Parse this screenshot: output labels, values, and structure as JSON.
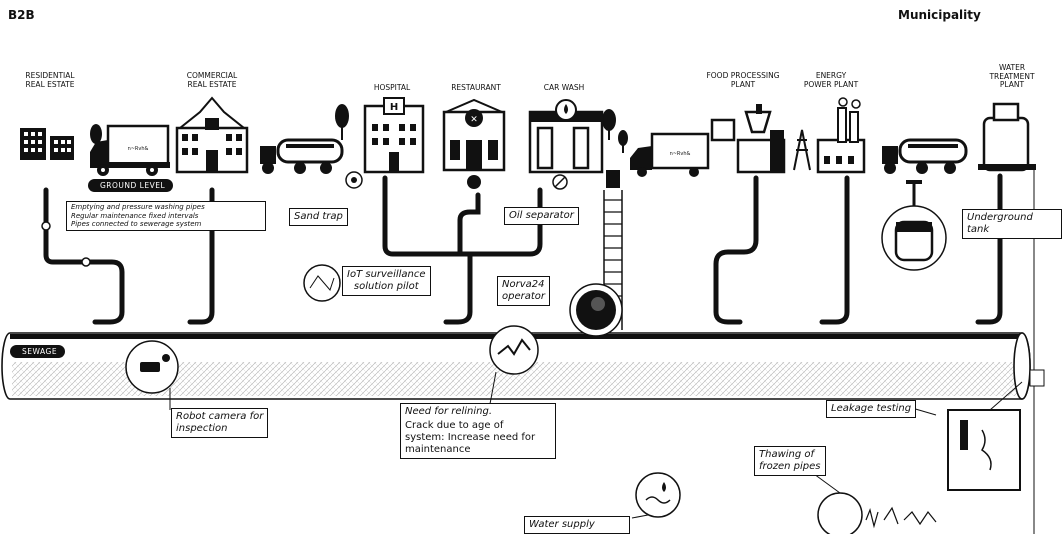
{
  "header": {
    "left": "B2B",
    "right": "Municipality"
  },
  "facilities": [
    {
      "key": "residential",
      "label": "RESIDENTIAL\nREAL ESTATE"
    },
    {
      "key": "commercial",
      "label": "COMMERCIAL\nREAL ESTATE"
    },
    {
      "key": "hospital",
      "label": "HOSPITAL"
    },
    {
      "key": "restaurant",
      "label": "RESTAURANT"
    },
    {
      "key": "carwash",
      "label": "CAR WASH"
    },
    {
      "key": "food",
      "label": "FOOD PROCESSING\nPLANT"
    },
    {
      "key": "energy",
      "label": "ENERGY\nPOWER PLANT"
    },
    {
      "key": "water",
      "label": "WATER\nTREATMENT\nPLANT"
    }
  ],
  "badges": {
    "ground_level": "GROUND LEVEL",
    "sewage": "SEWAGE"
  },
  "ground_notes": [
    "Emptying and pressure washing pipes",
    "Regular maintenance fixed intervals",
    "Pipes connected to sewerage system"
  ],
  "callouts": {
    "sand_trap": "Sand trap",
    "oil_separator": "Oil separator",
    "iot": "IoT surveillance\nsolution pilot",
    "operator": "Norva24\noperator",
    "underground_tank": "Underground tank",
    "robot_camera": "Robot camera for\ninspection",
    "relining_title": "Need for relining.",
    "relining_body": "Crack due to age of\nsystem: Increase need for\nmaintenance",
    "leakage": "Leakage testing",
    "thawing": "Thawing of\nfrozen pipes",
    "water_supply": "Water supply"
  }
}
